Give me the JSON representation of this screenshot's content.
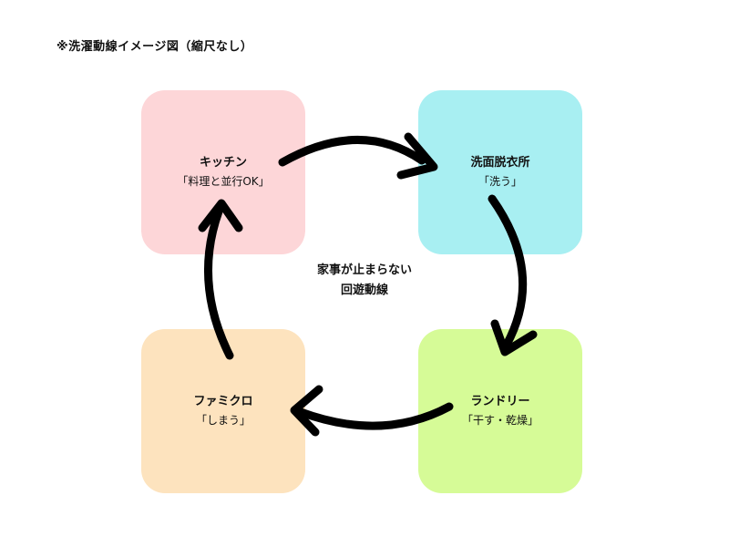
{
  "title": "※洗濯動線イメージ図（縮尺なし）",
  "center": {
    "line1": "家事が止まらない",
    "line2": "回遊動線"
  },
  "rooms": {
    "kitchen": {
      "name": "キッチン",
      "desc": "「料理と並行OK」",
      "color": "#fdd6d8"
    },
    "washroom": {
      "name": "洗面脱衣所",
      "desc": "「洗う」",
      "color": "#a8eff2"
    },
    "laundry": {
      "name": "ランドリー",
      "desc": "「干す・乾燥」",
      "color": "#d6fb97"
    },
    "family": {
      "name": "ファミクロ",
      "desc": "「しまう」",
      "color": "#fde3be"
    }
  },
  "arrow_color": "#000000"
}
